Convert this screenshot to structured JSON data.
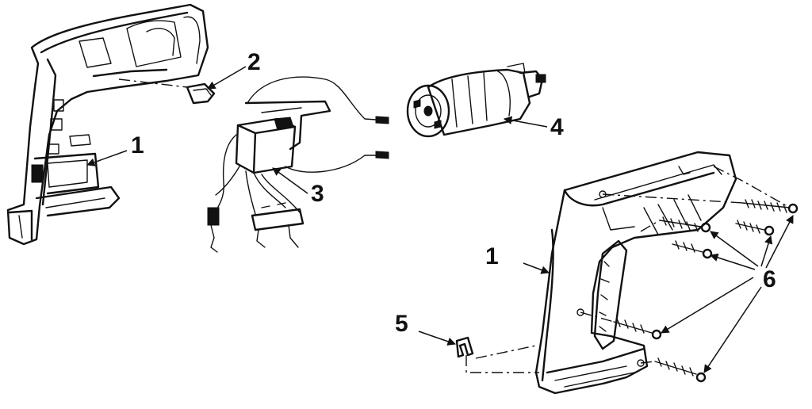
{
  "callouts": {
    "housing_left": "1",
    "clip": "2",
    "switch": "3",
    "motor": "4",
    "latch": "5",
    "screws": "6",
    "housing_right": "1"
  },
  "colors": {
    "ink": "#111111",
    "background": "#ffffff"
  }
}
